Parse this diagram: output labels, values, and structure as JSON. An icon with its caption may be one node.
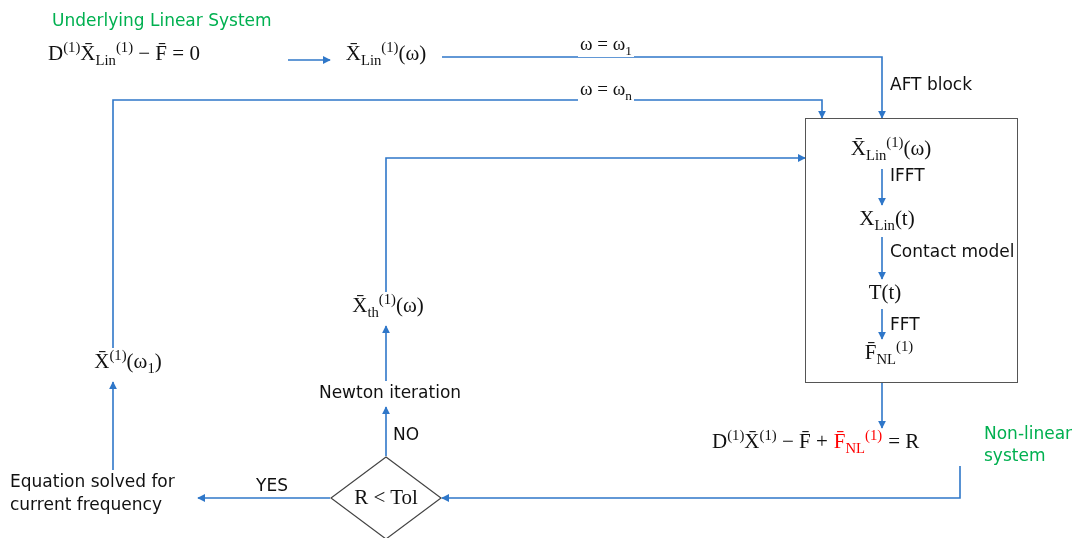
{
  "diagram": {
    "nodes": [
      {
        "text": [
          "Underlying Linear System",
          "D$^{(1)}$X̄$_{Lin}$$^{(1)}$ − F̄ = 0"
        ]
      },
      {
        "text": [
          "X̄$_{Lin}$$^{(1)}$(ω)"
        ]
      },
      {
        "text": [],
        "shape": "box"
      },
      {
        "text": [
          "X̄$_{Lin}$$^{(1)}$(ω)"
        ],
        "in": 2
      },
      {
        "text": [
          "X$_{Lin}$(t)"
        ],
        "in": 2
      },
      {
        "text": [
          "T(t)"
        ],
        "in": 2
      },
      {
        "text": [
          "F̄$_{NL}$$^{(1)}$"
        ],
        "in": 2
      },
      {
        "text": [
          "D$^{(1)}$X̄$^{(1)}$ − F̄ +",
          "F̄$_{NL}$$^{(1)}$",
          "= R"
        ],
        "beside": [
          "Non-linear system"
        ]
      },
      {
        "text": [
          "R < Tol"
        ]
      },
      {
        "text": [
          "Equation solved for current frequency"
        ]
      },
      {
        "text": [
          "Newton iteration"
        ]
      },
      {
        "text": [
          "X̄$_{th}$$^{(1)}$(ω)"
        ]
      },
      {
        "text": [
          "X̄$^{(1)}$(ω$_{1}$)"
        ]
      }
    ],
    "edges": [
      {
        "from": 0,
        "to": 1,
        "arrow": "to"
      },
      {
        "from": 1,
        "to": 2,
        "arrow": "to",
        "label": "ω = ω$_{1}$"
      },
      {
        "from": 12,
        "to": 2,
        "arrow": "to",
        "label": "ω = ω$_{n}$"
      },
      {
        "from": 11,
        "to": 2,
        "arrow": "to"
      },
      {
        "from": 3,
        "to": 4,
        "arrow": "to",
        "label": "IFFT"
      },
      {
        "from": 4,
        "to": 5,
        "arrow": "to",
        "label": "Contact model"
      },
      {
        "from": 5,
        "to": 6,
        "arrow": "to",
        "label": "FFT"
      },
      {
        "from": 2,
        "to": 7,
        "arrow": "to"
      },
      {
        "from": 7,
        "to": 8,
        "arrow": "to"
      },
      {
        "from": 8,
        "to": 9,
        "arrow": "to",
        "label": "YES"
      },
      {
        "from": 8,
        "to": 10,
        "arrow": "to",
        "label": "NO"
      },
      {
        "from": 10,
        "to": 11,
        "arrow": "to"
      },
      {
        "from": 9,
        "to": 12,
        "arrow": "to"
      }
    ],
    "labels": [
      "AFT block"
    ]
  }
}
